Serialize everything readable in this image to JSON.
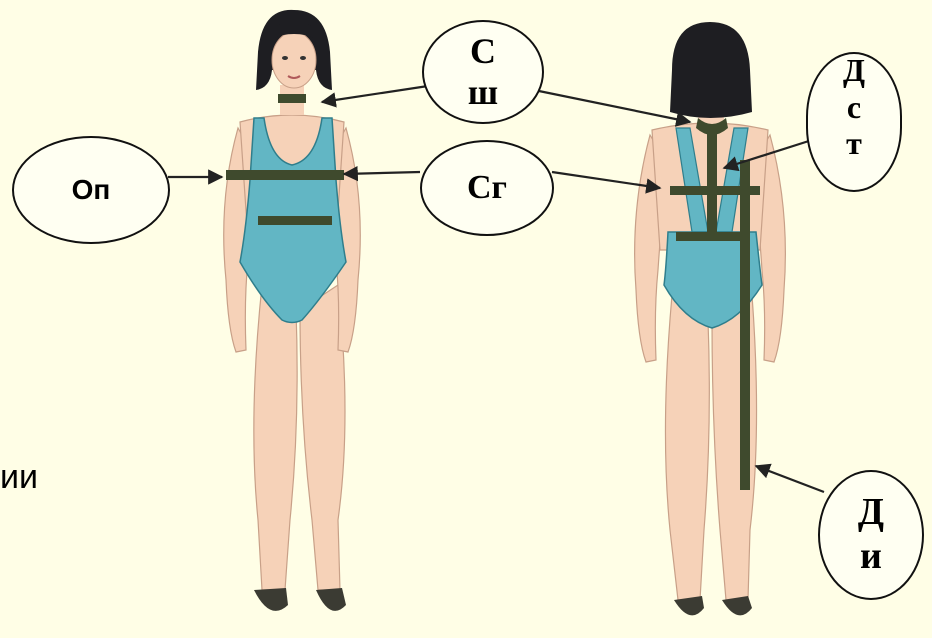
{
  "labels": {
    "op": "Оп",
    "sg": "Сг",
    "ssh_line1": "С",
    "ssh_line2": "ш",
    "dst_line1": "Д",
    "dst_line2": "с",
    "dst_line3": "т",
    "di_line1": "Д",
    "di_line2": "и"
  },
  "side_text": "ии",
  "colors": {
    "background": "#fffee6",
    "swimsuit": "#62b6c4",
    "tape": "#3f4a2d",
    "skin": "#f6d2b8",
    "hair": "#1e1e22"
  }
}
